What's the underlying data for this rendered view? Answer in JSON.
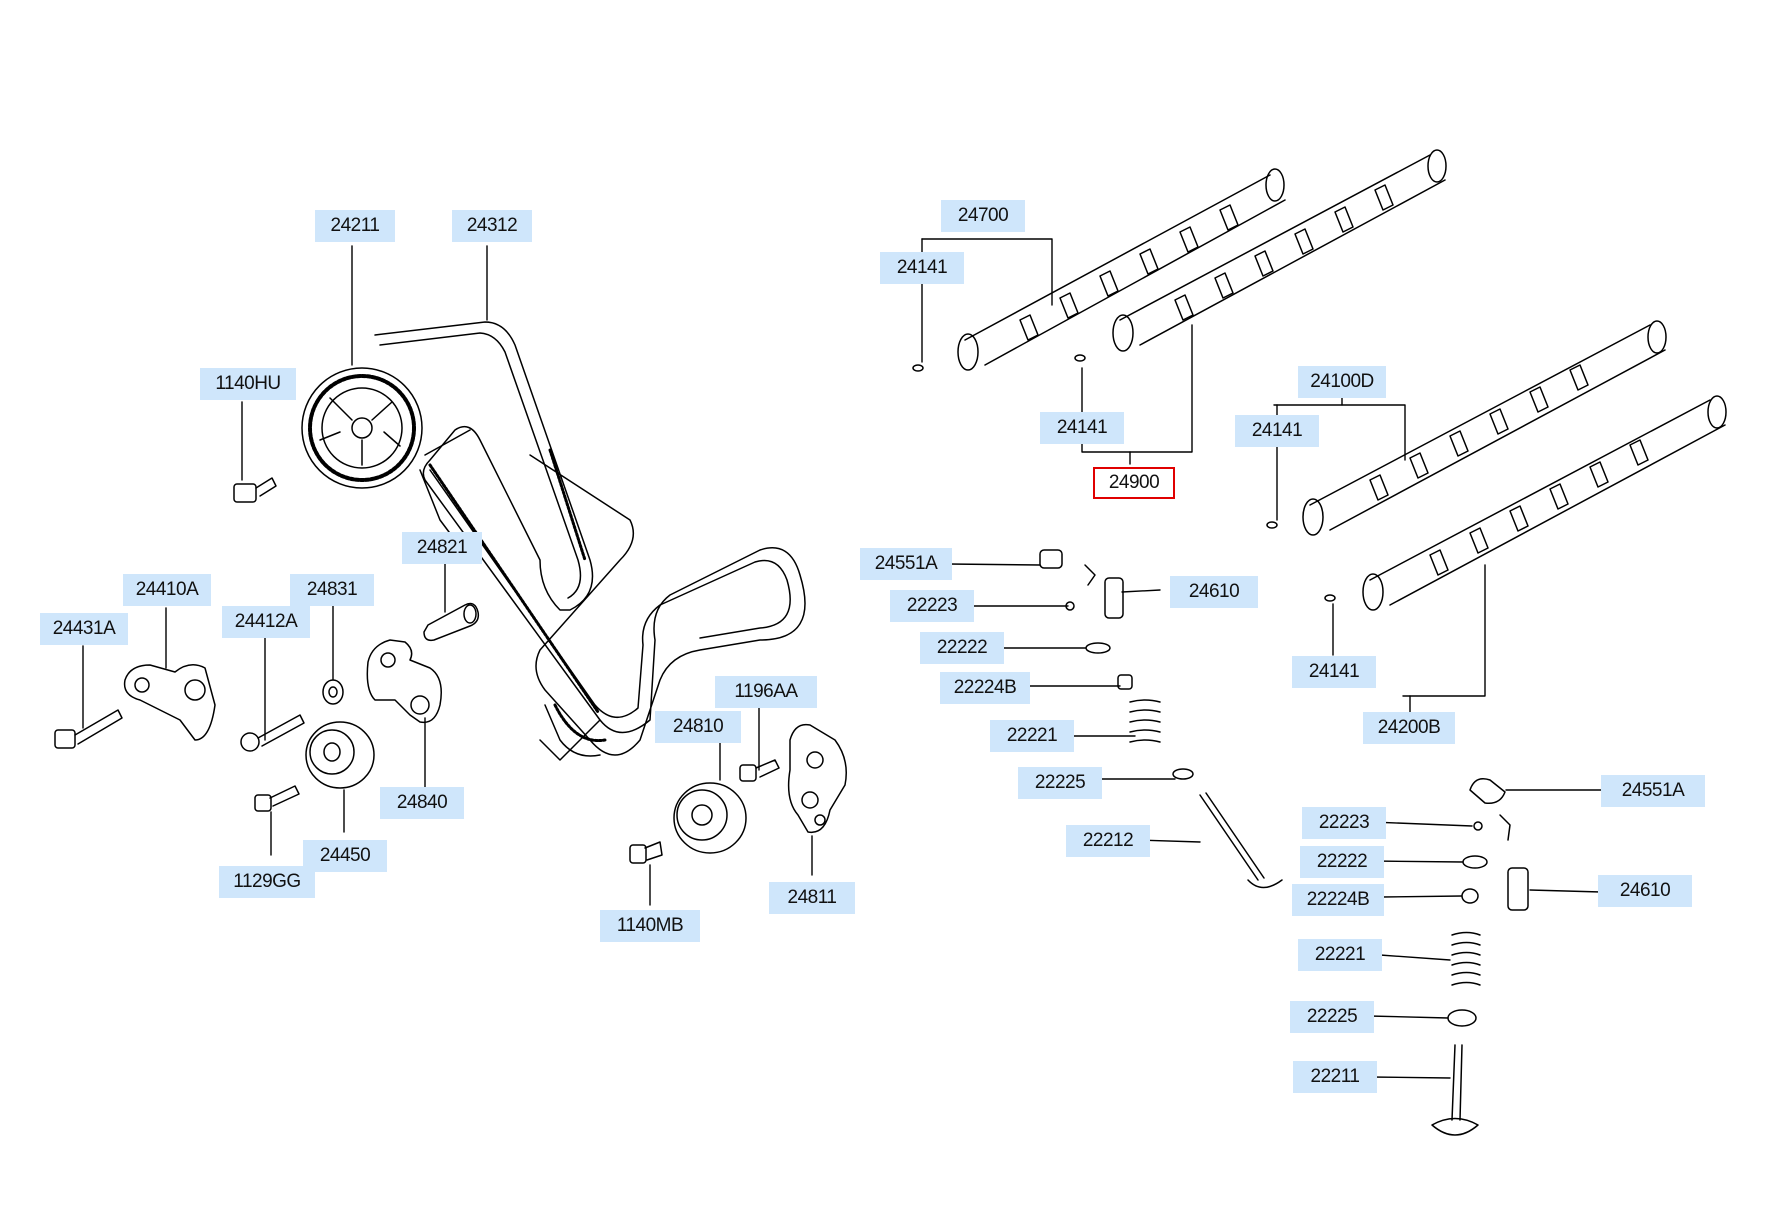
{
  "diagram": {
    "labels": {
      "p24211": "24211",
      "p24312": "24312",
      "p1140HU": "1140HU",
      "p24821": "24821",
      "p24410A": "24410A",
      "p24831": "24831",
      "p24431A": "24431A",
      "p24412A": "24412A",
      "p24840": "24840",
      "p24450": "24450",
      "p1129GG": "1129GG",
      "p1196AA": "1196AA",
      "p24810": "24810",
      "p24811": "24811",
      "p1140MB": "1140MB",
      "p24700": "24700",
      "p24141_a": "24141",
      "p24141_b": "24141",
      "p24900": "24900",
      "p24100D": "24100D",
      "p24141_c": "24141",
      "p24141_d": "24141",
      "p24200B": "24200B",
      "p24551A_l": "24551A",
      "p22223_l": "22223",
      "p24610_l": "24610",
      "p22222_l": "22222",
      "p22224B_l": "22224B",
      "p22221_l": "22221",
      "p22225_l": "22225",
      "p22212": "22212",
      "p24551A_r": "24551A",
      "p22223_r": "22223",
      "p22222_r": "22222",
      "p22224B_r": "22224B",
      "p24610_r": "24610",
      "p22221_r": "22221",
      "p22225_r": "22225",
      "p22211": "22211"
    },
    "selected_part": "24900",
    "colors": {
      "label_bg": "#cfe6fb",
      "line": "#000000",
      "selected_border": "#e00000"
    }
  }
}
